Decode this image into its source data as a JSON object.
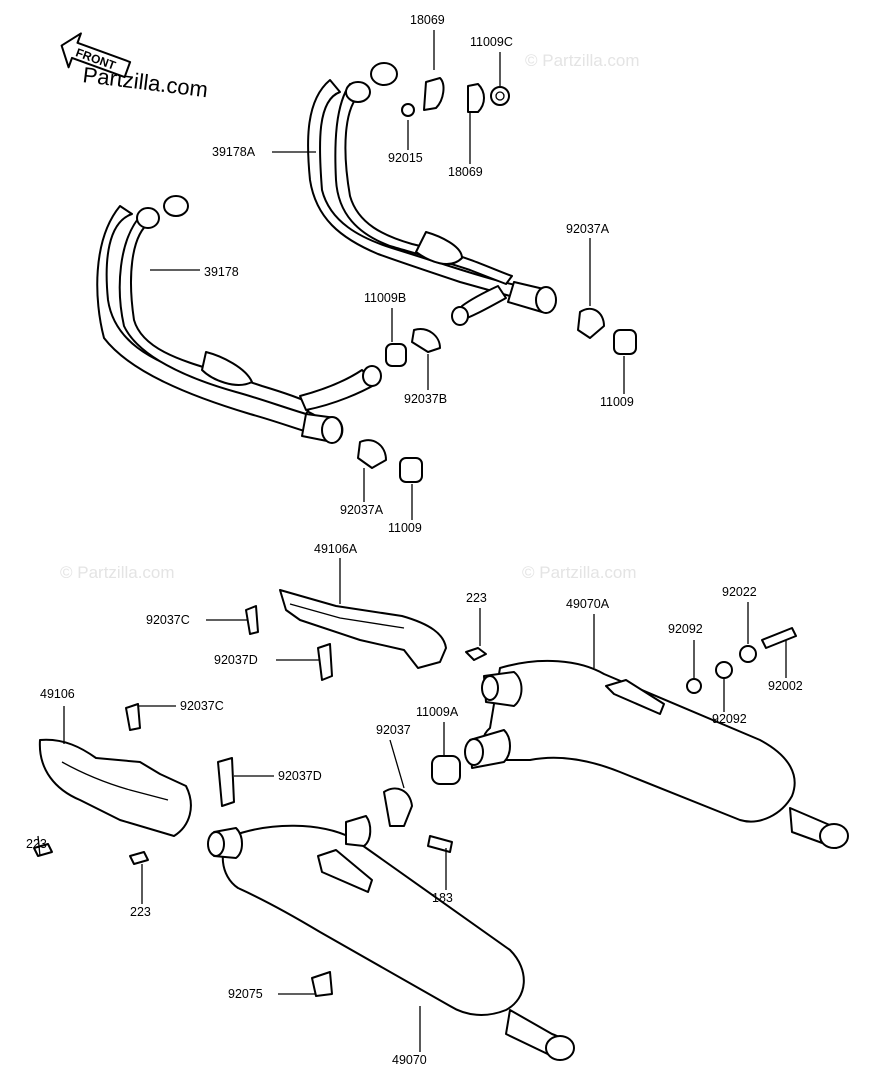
{
  "watermark": {
    "logo_text": "Partzilla.com",
    "text": "© Partzilla.com"
  },
  "front_indicator": {
    "text": "FRONT",
    "icon": "front-arrow-icon"
  },
  "callouts": [
    "18069",
    "11009C",
    "92015",
    "18069",
    "39178A",
    "92037A",
    "39178",
    "11009B",
    "92037B",
    "11009",
    "92037A",
    "11009",
    "49106A",
    "223",
    "49070A",
    "92022",
    "92037C",
    "92092",
    "92002",
    "92037D",
    "92092",
    "49106",
    "92037C",
    "11009A",
    "92037",
    "92037D",
    "223",
    "183",
    "223",
    "92075",
    "49070"
  ]
}
